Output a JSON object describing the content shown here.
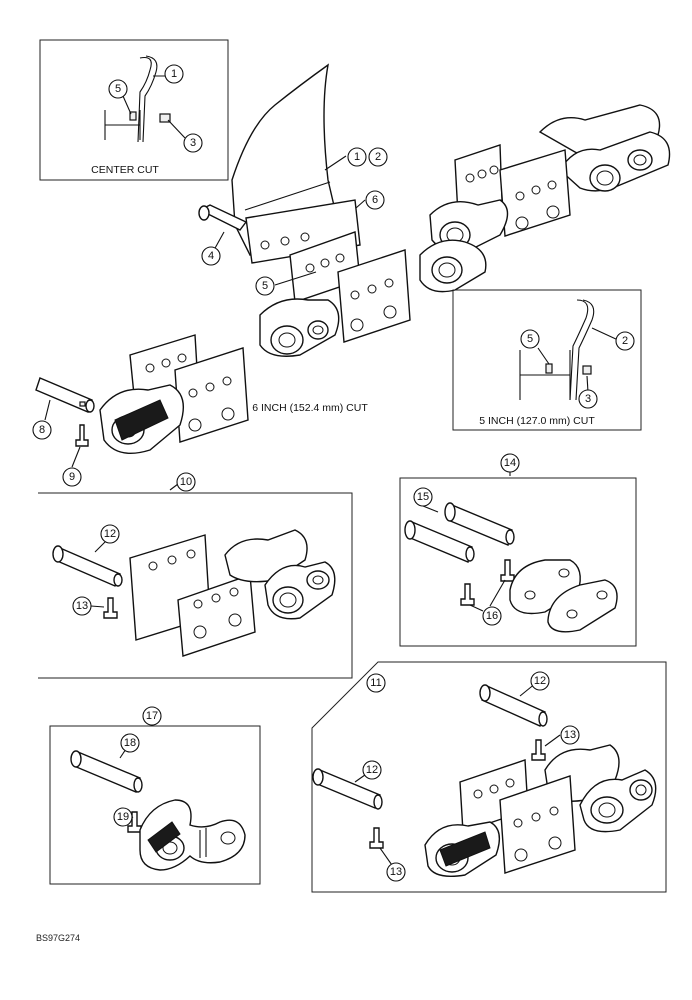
{
  "captions": {
    "center_cut": "CENTER CUT",
    "six_inch_cut": "6 INCH (152.4 mm) CUT",
    "five_inch_cut": "5 INCH (127.0 mm) CUT"
  },
  "figure_code": "BS97G274",
  "callouts": {
    "c1a": "1",
    "c5a": "5",
    "c3a": "3",
    "c1b": "1",
    "c2b": "2",
    "c6": "6",
    "c4": "4",
    "c5b": "5",
    "c5c": "5",
    "c2c": "2",
    "c3c": "3",
    "c8": "8",
    "c9": "9",
    "c10": "10",
    "c12a": "12",
    "c13a": "13",
    "c14": "14",
    "c15": "15",
    "c16": "16",
    "c11": "11",
    "c12b": "12",
    "c13b": "13",
    "c12c": "12",
    "c13c": "13",
    "c17": "17",
    "c18": "18",
    "c19": "19"
  }
}
